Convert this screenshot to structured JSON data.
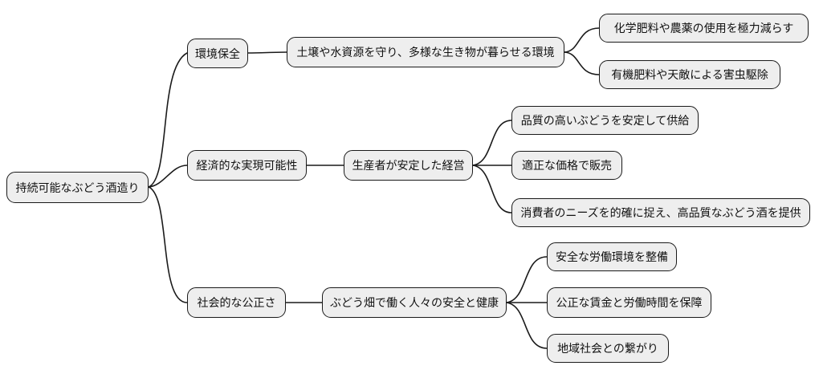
{
  "theme": {
    "background": "#ffffff",
    "node_fill": "#eeeeee",
    "node_border": "#1a1a1a",
    "line": "#1a1a1a",
    "text": "#111111"
  },
  "mindmap": {
    "root": {
      "label": "持続可能なぶどう酒造り"
    },
    "branches": [
      {
        "label": "環境保全",
        "topic": "土壌や水資源を守り、多様な生き物が暮らせる環境",
        "details": [
          "化学肥料や農薬の使用を極力減らす",
          "有機肥料や天敵による害虫駆除"
        ]
      },
      {
        "label": "経済的な実現可能性",
        "topic": "生産者が安定した経営",
        "details": [
          "品質の高いぶどうを安定して供給",
          "適正な価格で販売",
          "消費者のニーズを的確に捉え、高品質なぶどう酒を提供"
        ]
      },
      {
        "label": "社会的な公正さ",
        "topic": "ぶどう畑で働く人々の安全と健康",
        "details": [
          "安全な労働環境を整備",
          "公正な賃金と労働時間を保障",
          "地域社会との繋がり"
        ]
      }
    ]
  }
}
